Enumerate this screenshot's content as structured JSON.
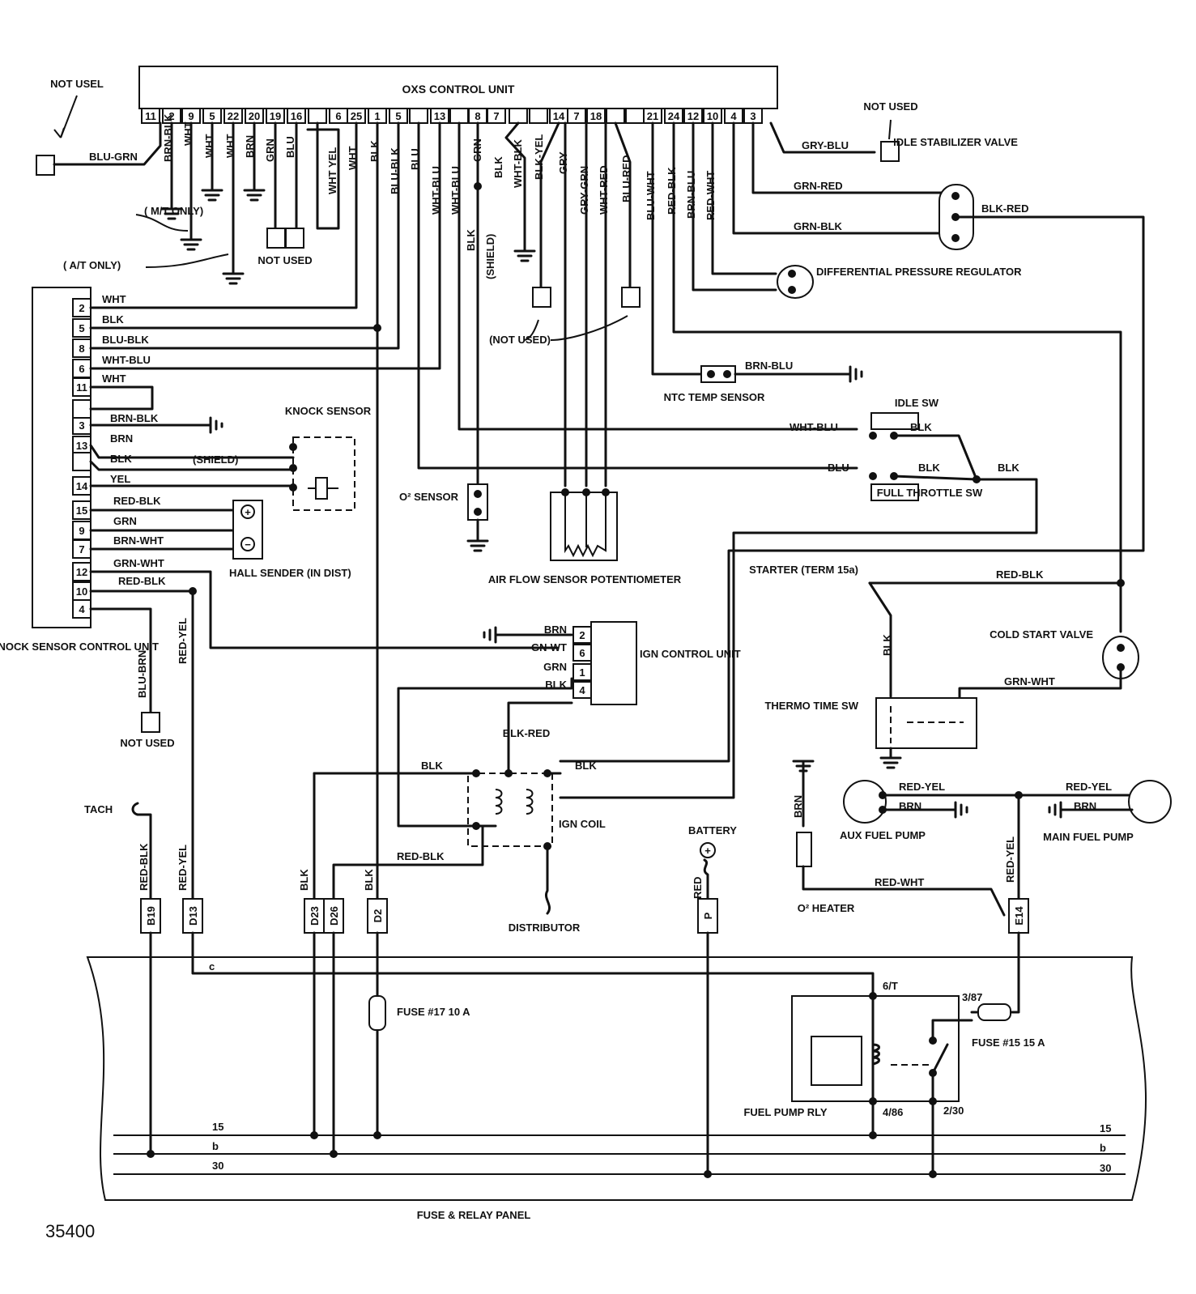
{
  "control_unit": {
    "title": "OXS CONTROL UNIT",
    "pins": [
      "11",
      "2",
      "9",
      "5",
      "22",
      "20",
      "19",
      "16",
      "6",
      "25",
      "1",
      "5",
      "13",
      "8",
      "7",
      "14",
      "7",
      "18",
      "21",
      "24",
      "12",
      "10",
      "4",
      "3"
    ]
  },
  "wires_top": {
    "p11": "BRN-BLK",
    "p2": "WHT",
    "p9": "WHT",
    "p5": "WHT",
    "p22": "BRN",
    "p20": "GRN",
    "p19": "BLU",
    "p16": "WHT YEL",
    "p6": "WHT",
    "p25": "BLK",
    "p1": "BLU-BLK",
    "p5b": "BLU",
    "p13a": "WHT-BLU",
    "p13b": "WHT-BLU",
    "p8": "GRN",
    "p8b": "BLK",
    "p7": "WHT-BLK",
    "p7b": "BLK-YEL",
    "p14": "GRY",
    "p7c": "GRY-GRN",
    "p7d": "WHT-RED",
    "p18": "BLU-RED",
    "p21": "BLU-WHT",
    "p24": "RED-BLK",
    "p12": "BRN-BLU",
    "p10": "RED-WHT",
    "shield_blk": "BLK",
    "shield": "(SHIELD)"
  },
  "left": {
    "not_used": "NOT USEL",
    "blu_grn": "BLU-GRN",
    "mt_only": "( M/T ONLY)",
    "at_only": "( A/T ONLY)",
    "not_used_mid": "NOT USED"
  },
  "right_top": {
    "not_used": "NOT USED",
    "gry_blu": "GRY-BLU",
    "idle_valve": "IDLE STABILIZER VALVE",
    "grn_red": "GRN-RED",
    "grn_blk": "GRN-BLK",
    "blk_red": "BLK-RED",
    "diff_reg": "DIFFERENTIAL PRESSURE REGULATOR"
  },
  "knock_unit": {
    "label": "KNOCK SENSOR CONTROL UNIT",
    "pins": [
      "2",
      "5",
      "8",
      "6",
      "11",
      "3",
      "13",
      "14",
      "15",
      "9",
      "7",
      "12",
      "10",
      "4"
    ],
    "wires": [
      "WHT",
      "BLK",
      "BLU-BLK",
      "WHT-BLU",
      "WHT",
      "BRN-BLK",
      "BRN",
      "BLK",
      "YEL",
      "RED-BLK",
      "GRN",
      "BRN-WHT",
      "GRN-WHT",
      "RED-BLK"
    ],
    "shield": "(SHIELD)",
    "blu_brn": "BLU-BRN",
    "red_yel": "RED-YEL",
    "not_used": "NOT USED"
  },
  "components": {
    "knock_sensor": "KNOCK SENSOR",
    "hall_sender": "HALL SENDER (IN DIST)",
    "o2_sensor": "O² SENSOR",
    "not_used2": "(NOT USED)",
    "afs": "AIR FLOW SENSOR POTENTIOMETER",
    "ntc": "NTC TEMP SENSOR",
    "ntc_wire": "BRN-BLU",
    "idle_sw": "IDLE SW",
    "wht_blu": "WHT-BLU",
    "blk": "BLK",
    "blu": "BLU",
    "full_throttle": "FULL THROTTLE SW",
    "starter": "STARTER (TERM 15a)",
    "red_blk": "RED-BLK",
    "cold_start": "COLD START VALVE",
    "grn_wht": "GRN-WHT",
    "thermo": "THERMO TIME SW",
    "ign_control": "IGN CONTROL UNIT",
    "ign_pins": [
      "2",
      "6",
      "1",
      "4"
    ],
    "ign_wires": [
      "BRN",
      "GN-WT",
      "GRN",
      "BLK"
    ],
    "ign_coil": "IGN COIL",
    "blk_red": "BLK-RED",
    "distributor": "DISTRIBUTOR",
    "battery": "BATTERY",
    "o2_heater": "O² HEATER",
    "aux_pump": "AUX FUEL PUMP",
    "main_pump": "MAIN FUEL PUMP",
    "red_yel": "RED-YEL",
    "brn": "BRN",
    "red_wht": "RED-WHT",
    "tach": "TACH",
    "red": "RED"
  },
  "panel": {
    "label": "FUSE & RELAY PANEL",
    "connectors": [
      "B19",
      "D13",
      "D23",
      "D26",
      "D2",
      "P",
      "E14"
    ],
    "fuse17": "FUSE #17 10 A",
    "fuse15": "FUSE #15 15 A",
    "relay": "FUEL PUMP RLY",
    "relay_pins": [
      "6/T",
      "3/87",
      "4/86",
      "2/30"
    ],
    "buses": [
      "15",
      "b",
      "30"
    ],
    "c": "c"
  },
  "figure_number": "35400"
}
